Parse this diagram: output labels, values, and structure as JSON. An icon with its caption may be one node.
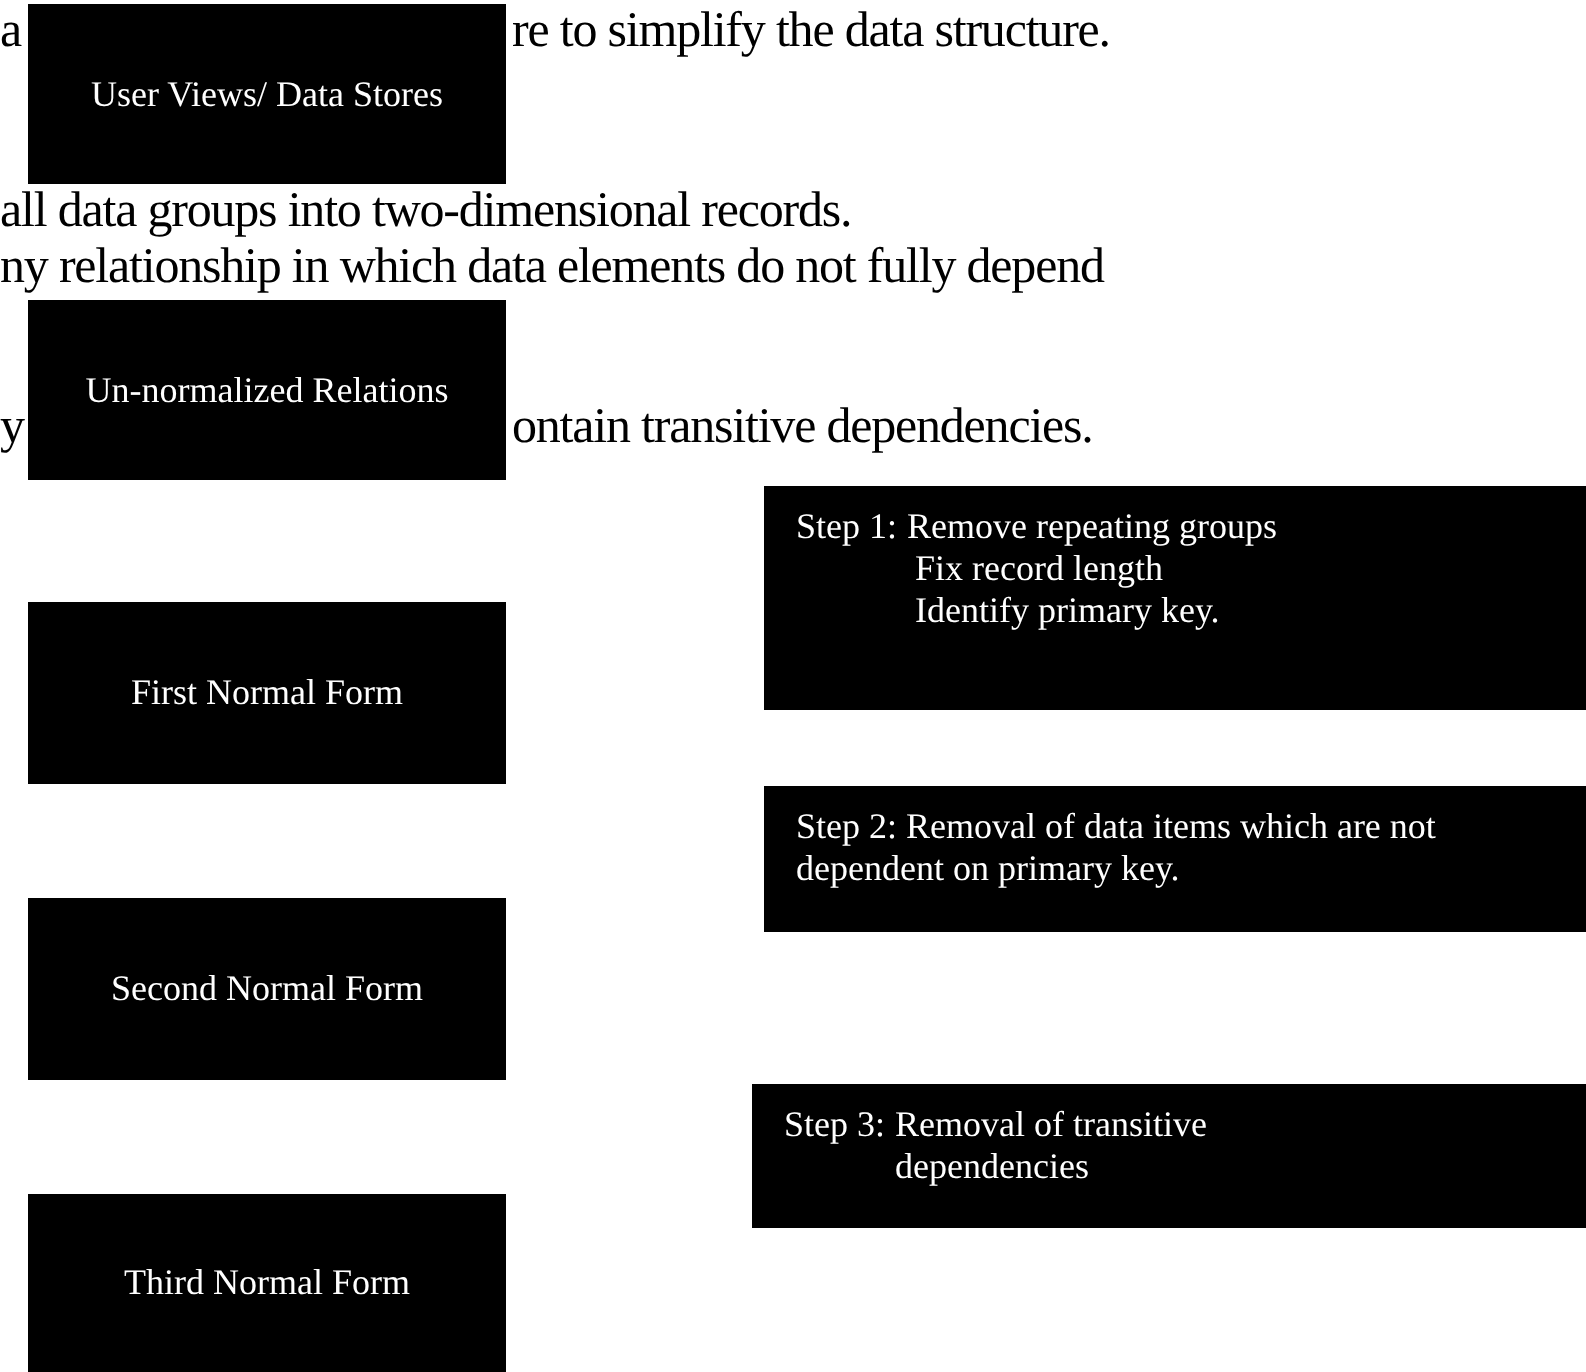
{
  "diagram": {
    "nodes": [
      {
        "text": [
          "User Views/ Data Stores"
        ]
      },
      {
        "text": [
          "Un-normalized Relations"
        ]
      },
      {
        "text": [
          "First Normal Form"
        ]
      },
      {
        "text": [
          "Second Normal Form"
        ]
      },
      {
        "text": [
          "Third Normal Form"
        ]
      },
      {
        "text": [
          "Step 1:",
          "Remove repeating groups",
          "Fix record length",
          "Identify primary key."
        ]
      },
      {
        "text": [
          "Step 2: Removal of data items which are not dependent on primary key."
        ]
      },
      {
        "text": [
          "Step 3:",
          "Removal of transitive dependencies"
        ]
      }
    ],
    "labels": [
      "a",
      "re to simplify the data structure.",
      "all data groups into two-dimensional records.",
      "ny relationship in which data elements do not fully depend",
      "y",
      "ontain transitive dependencies."
    ]
  }
}
